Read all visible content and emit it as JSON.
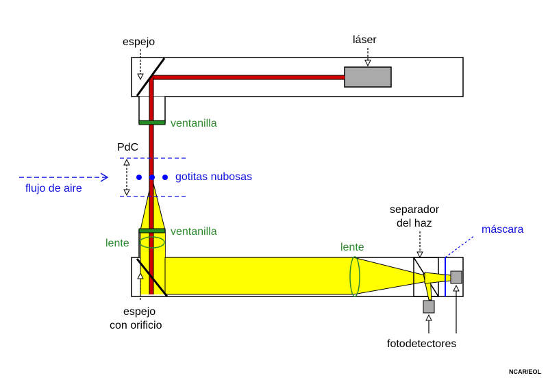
{
  "labels": {
    "espejo_top": "espejo",
    "laser": "láser",
    "ventanilla_top": "ventanilla",
    "pdc": "PdC",
    "flujo": "flujo de aire",
    "gotitas": "gotitas nubosas",
    "ventanilla_bottom": "ventanilla",
    "lente_left": "lente",
    "lente_right": "lente",
    "separador_1": "separador",
    "separador_2": "del haz",
    "mascara": "máscara",
    "espejo_bottom_1": "espejo",
    "espejo_bottom_2": "con orificio",
    "fotodetectores": "fotodetectores",
    "credit": "NCAR/EOL"
  },
  "colors": {
    "laser_beam": "#cc0000",
    "scattered_light": "#ffff00",
    "window": "#228b22",
    "lens": "#2e8b2e",
    "droplets": "#0000ff",
    "airflow": "#1010e0",
    "laser_box": "#aaaaaa",
    "detector": "#aaaaaa"
  }
}
